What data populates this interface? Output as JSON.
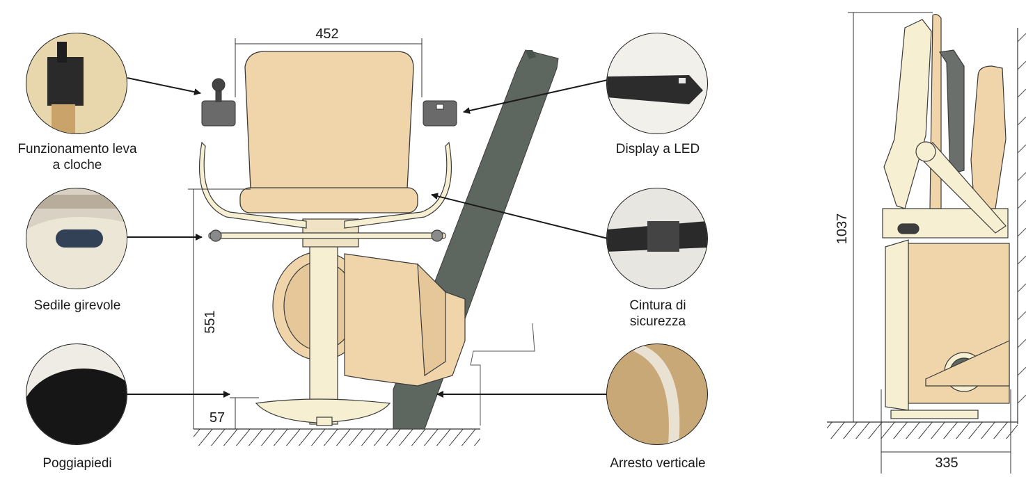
{
  "callouts": {
    "joystick": {
      "line1": "Funzionamento leva",
      "line2": "a cloche"
    },
    "swivel_seat": "Sedile girevole",
    "footrest": "Poggiapiedi",
    "led_display": "Display a LED",
    "seatbelt": {
      "line1": "Cintura di",
      "line2": "sicurezza"
    },
    "vertical_stop": "Arresto verticale"
  },
  "dimensions": {
    "seat_width": "452",
    "seat_height": "551",
    "footrest_height": "57",
    "total_height": "1037",
    "depth_folded": "335"
  },
  "colors": {
    "beige": "#f0d5ab",
    "cream": "#f7efd2",
    "rail": "#5e6660",
    "outline": "#3a3a3a"
  }
}
